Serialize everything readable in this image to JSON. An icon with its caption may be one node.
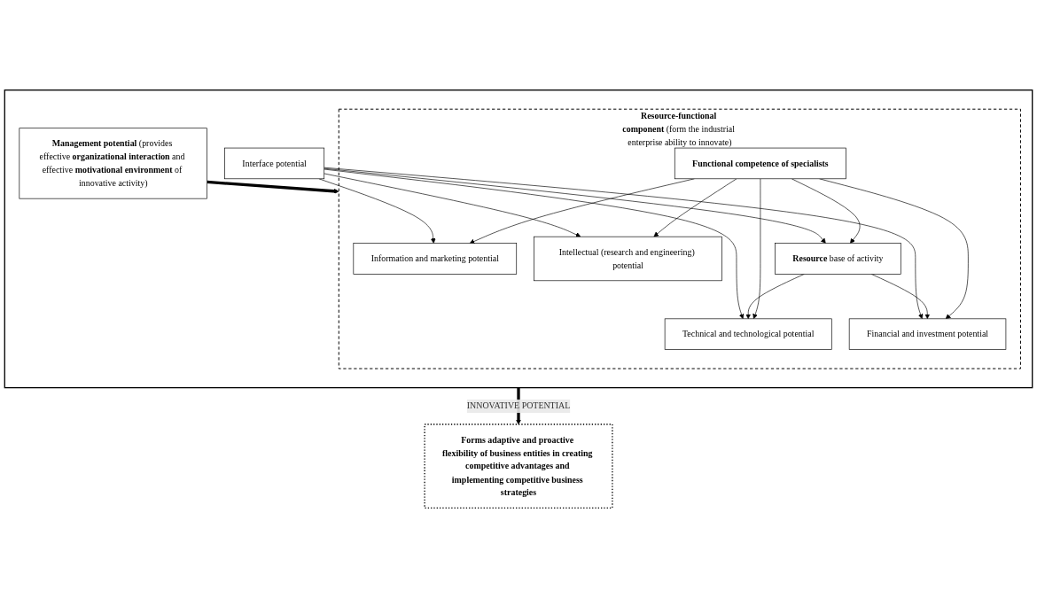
{
  "diagram": {
    "nodes": [
      {
        "text": [],
        "shape": "box"
      },
      {
        "text": [
          "**Management potential** (provides effective **organizational interaction** and effective **motivational environment** of innovative activity)"
        ],
        "in": 0
      },
      {
        "text": [
          "**Resource-functional component** (form the industrial enterprise ability to innovate)"
        ],
        "in": 0
      },
      {
        "text": [
          "Information and marketing potential"
        ],
        "in": 2
      },
      {
        "text": [
          "Functional competence of specialists"
        ],
        "in": 2
      },
      {
        "text": [
          "Intellectual (research and engineering) potential"
        ],
        "in": 2
      },
      {
        "text": [
          "Technical and technological potential"
        ],
        "in": 2
      },
      {
        "text": [
          "Financial and investment potential"
        ],
        "in": 2
      },
      {
        "text": [
          "**Resource** base of activity"
        ],
        "in": 2
      },
      {
        "text": [
          "Interface potential"
        ],
        "in": 0
      },
      {
        "text": [
          "Forms adaptive and proactive flexibility of business entities in creating competitive advantages and implementing competitive business strategies"
        ]
      }
    ],
    "edges": [
      {
        "from": 1,
        "to": 2,
        "arrow": "to",
        "style": "thick"
      },
      {
        "from": 4,
        "to": 3,
        "arrow": "to"
      },
      {
        "from": 4,
        "to": 6,
        "arrow": "to"
      },
      {
        "from": 4,
        "to": 5,
        "arrow": "to"
      },
      {
        "from": 4,
        "to": 7,
        "arrow": "to"
      },
      {
        "from": 4,
        "to": 8,
        "arrow": "to"
      },
      {
        "from": 8,
        "to": 6,
        "arrow": "to"
      },
      {
        "from": 8,
        "to": 7,
        "arrow": "to"
      },
      {
        "from": 9,
        "to": 3,
        "arrow": "to"
      },
      {
        "from": 9,
        "to": 6,
        "arrow": "to"
      },
      {
        "from": 9,
        "to": 8,
        "arrow": "to"
      },
      {
        "from": 9,
        "to": 7,
        "arrow": "to"
      },
      {
        "from": 9,
        "to": 5,
        "arrow": "to"
      },
      {
        "from": 0,
        "to": 10,
        "label": "INNOVATIVE POTENTIAL",
        "arrow": "to",
        "style": "thick"
      }
    ]
  }
}
